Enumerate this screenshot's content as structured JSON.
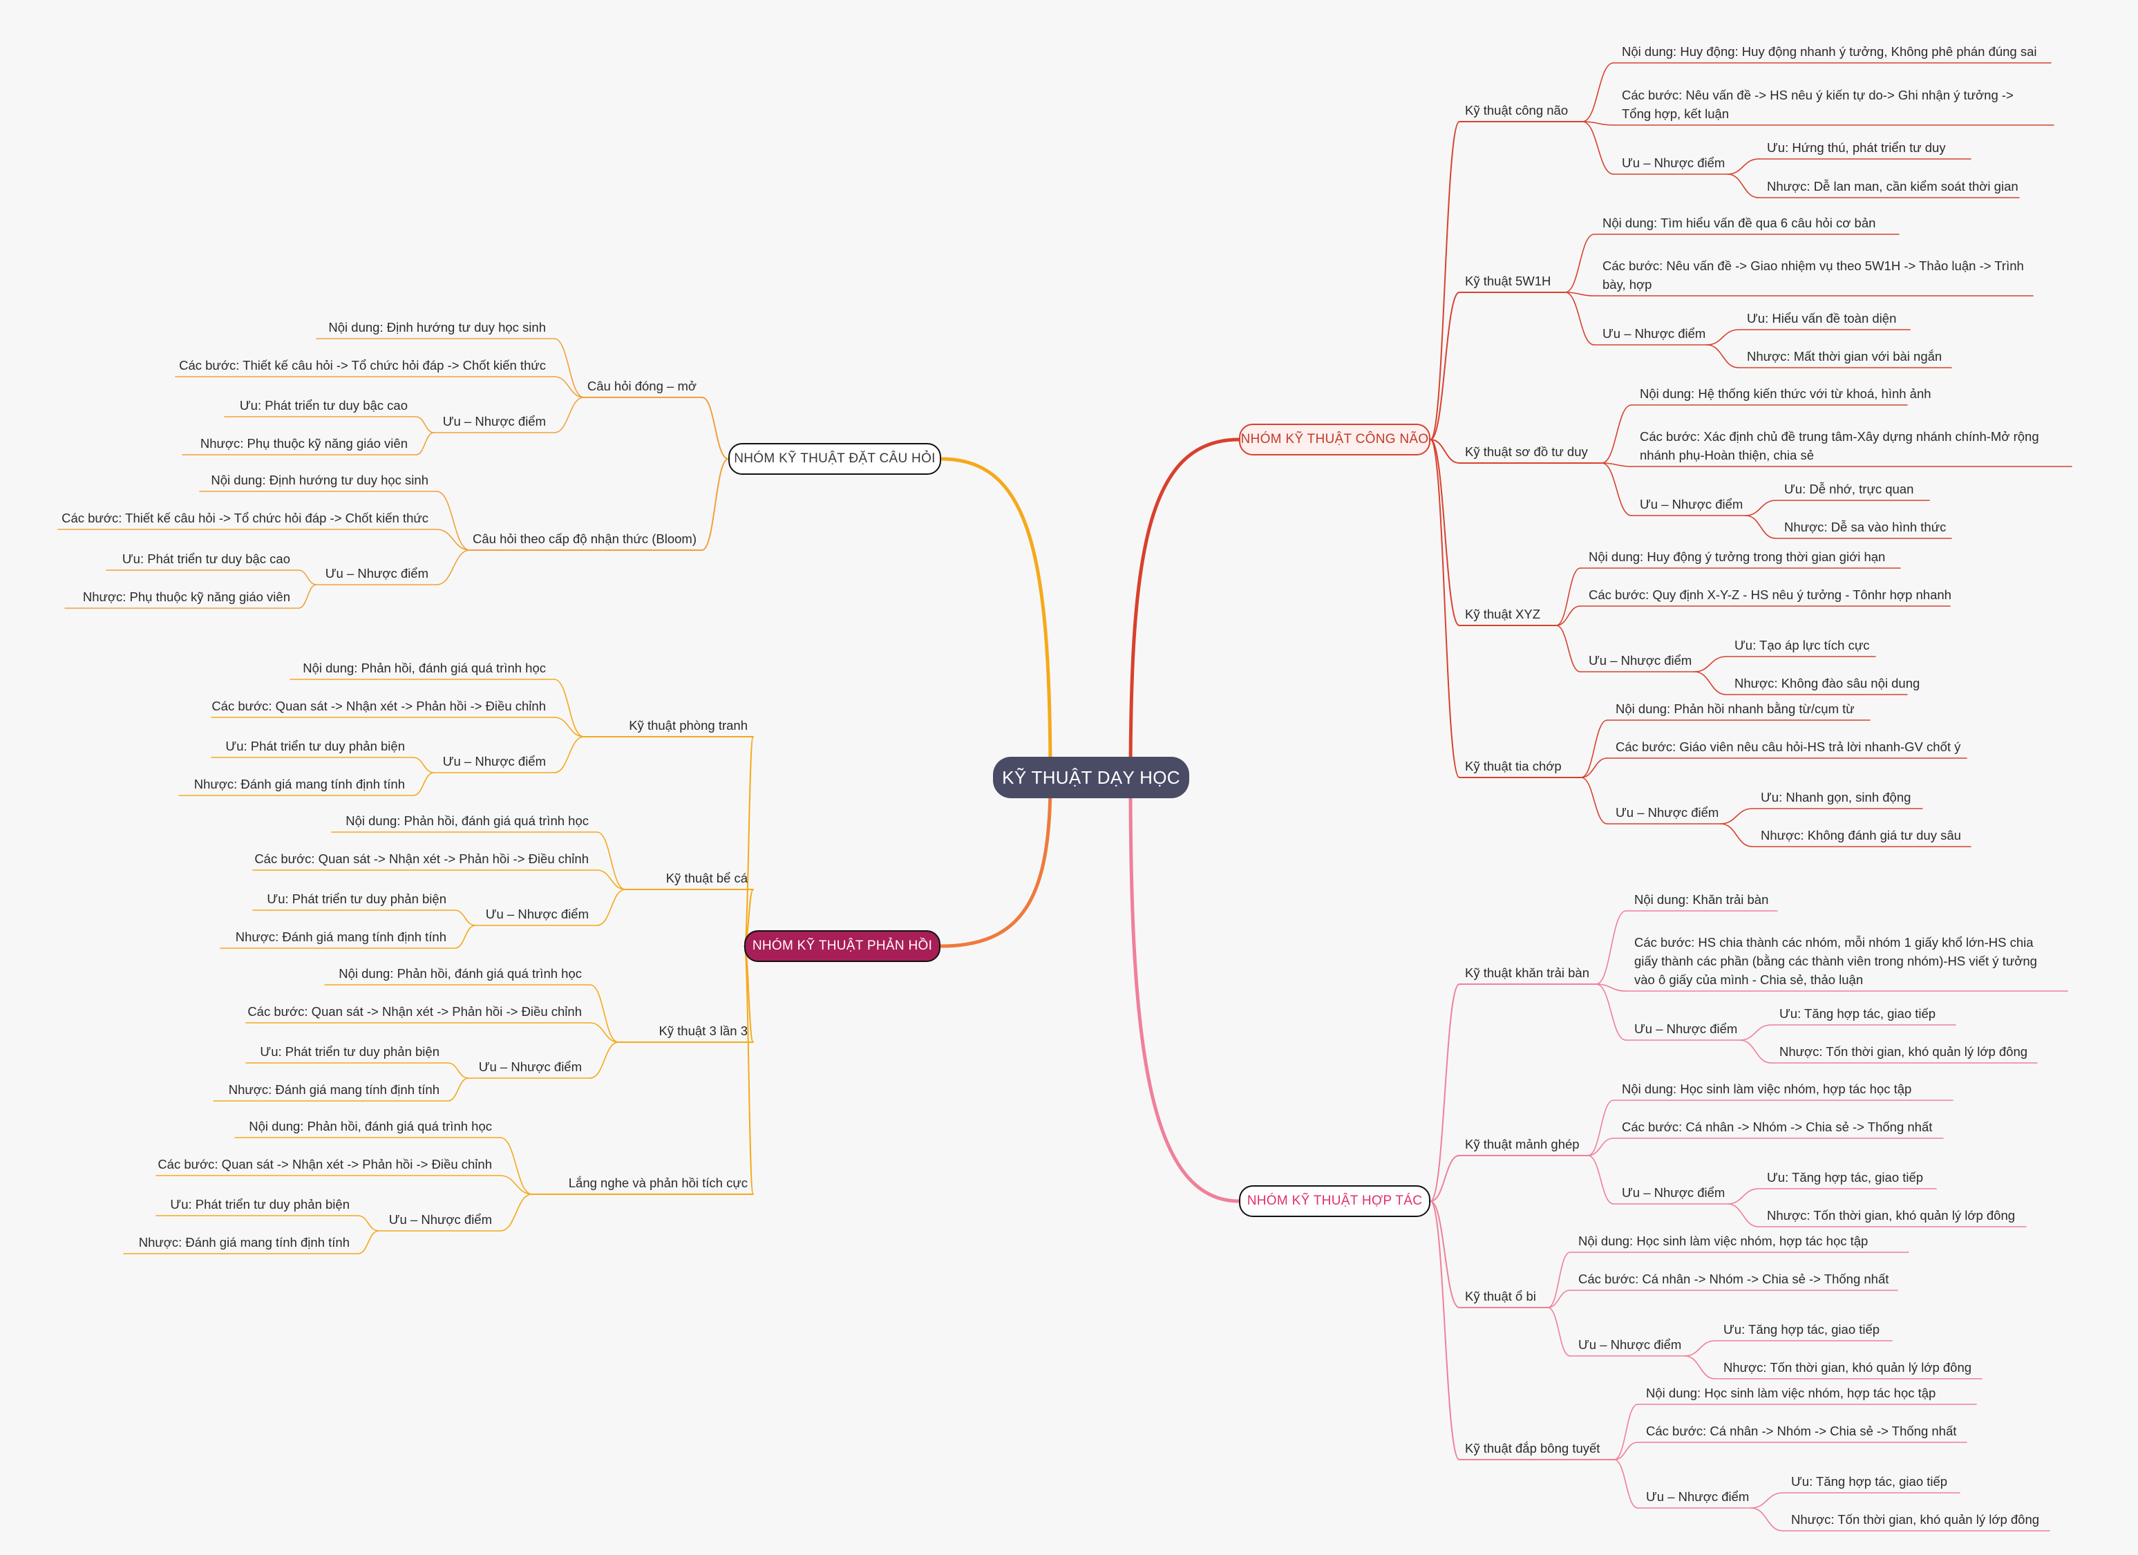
{
  "colors": {
    "background": "#f7f7f7",
    "root": "#4a4c66",
    "branch_brainstorm": "#d8412e",
    "branch_cooperation": "#f07f9a",
    "branch_feedback": "#f5a91a",
    "branch_question": "#f2a03a",
    "feedback_box": "#a81e56"
  },
  "root": {
    "title": "KỸ THUẬT DẠY HỌC"
  },
  "branches": {
    "congnao": {
      "title": "NHÓM KỸ THUẬT CÔNG NÃO",
      "t1": {
        "name": "Kỹ thuật công não",
        "nd": "Nội dung: Huy động: Huy động nhanh ý tưởng, Không phê phán đúng sai",
        "cb": "Các bước: Nêu vấn đề -> HS nêu ý kiến tự do-> Ghi nhận ý tưởng -> Tổng hợp, kết luận",
        "un": "Ưu – Nhược điểm",
        "uu": "Ưu: Hứng thú, phát triển tư duy",
        "nh": "Nhược: Dễ lan man, cần kiểm soát thời gian"
      },
      "t2": {
        "name": "Kỹ thuật 5W1H",
        "nd": "Nội dung: Tìm hiểu vấn đề qua 6 câu hỏi cơ bản",
        "cb": "Các bước: Nêu vấn đề -> Giao nhiệm vụ theo 5W1H -> Thảo luận -> Trình bày, hợp",
        "un": "Ưu – Nhược điểm",
        "uu": "Ưu: Hiểu vấn đề toàn diện",
        "nh": "Nhược: Mất thời gian với bài ngắn"
      },
      "t3": {
        "name": "Kỹ thuật sơ đồ tư duy",
        "nd": "Nội dung: Hệ thống kiến thức với từ khoá, hình ảnh",
        "cb": "Các bước: Xác định chủ đề trung tâm-Xây dựng nhánh chính-Mở rộng nhánh phụ-Hoàn thiện, chia sẻ",
        "un": "Ưu – Nhược điểm",
        "uu": "Ưu: Dễ nhớ, trực quan",
        "nh": "Nhược: Dễ sa vào hình thức"
      },
      "t4": {
        "name": "Kỹ thuật XYZ",
        "nd": "Nội dung: Huy động ý tưởng trong thời gian giới hạn",
        "cb": "Các bước: Quy định X-Y-Z - HS nêu ý tưởng - Tônhr hợp nhanh",
        "un": "Ưu – Nhược điểm",
        "uu": "Ưu: Tạo áp lực tích cực",
        "nh": "Nhược: Không đào sâu nội dung"
      },
      "t5": {
        "name": "Kỹ thuật tia chớp",
        "nd": "Nội dung: Phản hồi nhanh bằng từ/cụm từ",
        "cb": "Các bước: Giáo viên nêu câu hỏi-HS trả lời nhanh-GV chốt ý",
        "un": "Ưu – Nhược điểm",
        "uu": "Ưu: Nhanh gọn, sinh động",
        "nh": "Nhược: Không đánh giá tư duy sâu"
      }
    },
    "hoptac": {
      "title": "NHÓM KỸ THUẬT HỢP TÁC",
      "t1": {
        "name": "Kỹ thuật khăn trải bàn",
        "nd": "Nội dung: Khăn trải bàn",
        "cb": "Các bước: HS chia thành các nhóm, mỗi nhóm 1 giấy khổ lớn-HS chia giấy thành các phần (bằng các thành viên trong nhóm)-HS viết ý tưởng vào ô giấy của mình - Chia sẻ, thảo luận",
        "un": "Ưu – Nhược điểm",
        "uu": "Ưu: Tăng hợp tác, giao tiếp",
        "nh": "Nhược: Tốn thời gian, khó quản lý lớp đông"
      },
      "t2": {
        "name": "Kỹ thuật mảnh ghép",
        "nd": "Nội dung: Học sinh làm việc nhóm, hợp tác học tập",
        "cb": "Các bước: Cá nhân -> Nhóm -> Chia sẻ -> Thống nhất",
        "un": "Ưu – Nhược điểm",
        "uu": "Ưu: Tăng hợp tác, giao tiếp",
        "nh": "Nhược: Tốn thời gian, khó quản lý lớp đông"
      },
      "t3": {
        "name": "Kỹ thuật ổ bi",
        "nd": "Nội dung: Học sinh làm việc nhóm, hợp tác học tập",
        "cb": "Các bước: Cá nhân -> Nhóm -> Chia sẻ -> Thống nhất",
        "un": "Ưu – Nhược điểm",
        "uu": "Ưu: Tăng hợp tác, giao tiếp",
        "nh": "Nhược: Tốn thời gian, khó quản lý lớp đông"
      },
      "t4": {
        "name": "Kỹ thuật đắp bông tuyết",
        "nd": "Nội dung: Học sinh làm việc nhóm, hợp tác học tập",
        "cb": "Các bước: Cá nhân -> Nhóm -> Chia sẻ -> Thống nhất",
        "un": "Ưu – Nhược điểm",
        "uu": "Ưu: Tăng hợp tác, giao tiếp",
        "nh": "Nhược: Tốn thời gian, khó quản lý lớp đông"
      }
    },
    "cauhoi": {
      "title": "NHÓM KỸ THUẬT ĐẶT CÂU HỎI",
      "t1": {
        "name": "Câu hỏi đóng – mở",
        "nd": "Nội dung: Định hướng tư duy học sinh",
        "cb": "Các bước: Thiết kế câu hỏi -> Tổ chức hỏi đáp -> Chốt kiến thức",
        "un": "Ưu – Nhược điểm",
        "uu": "Ưu: Phát triển tư duy bậc cao",
        "nh": "Nhược: Phụ thuộc kỹ năng giáo viên"
      },
      "t2": {
        "name": "Câu hỏi theo cấp độ nhận thức (Bloom)",
        "nd": "Nội dung: Định hướng tư duy học sinh",
        "cb": "Các bước: Thiết kế câu hỏi -> Tổ chức hỏi đáp -> Chốt kiến thức",
        "un": "Ưu – Nhược điểm",
        "uu": "Ưu: Phát triển tư duy bậc cao",
        "nh": "Nhược: Phụ thuộc kỹ năng giáo viên"
      }
    },
    "phanhoi": {
      "title": "NHÓM KỸ THUẬT PHẢN HỒI",
      "t1": {
        "name": "Kỹ thuật phòng tranh",
        "nd": "Nội dung: Phản hồi, đánh giá quá trình học",
        "cb": "Các bước: Quan sát -> Nhận xét -> Phản hồi -> Điều chỉnh",
        "un": "Ưu – Nhược điểm",
        "uu": "Ưu: Phát triển tư duy phản biện",
        "nh": "Nhược: Đánh giá mang tính định tính"
      },
      "t2": {
        "name": "Kỹ thuật bể cá",
        "nd": "Nội dung: Phản hồi, đánh giá quá trình học",
        "cb": "Các bước: Quan sát -> Nhận xét -> Phản hồi -> Điều chỉnh",
        "un": "Ưu – Nhược điểm",
        "uu": "Ưu: Phát triển tư duy phản biện",
        "nh": "Nhược: Đánh giá mang tính định tính"
      },
      "t3": {
        "name": "Kỹ thuật 3 lần 3",
        "nd": "Nội dung: Phản hồi, đánh giá quá trình học",
        "cb": "Các bước: Quan sát -> Nhận xét -> Phản hồi -> Điều chỉnh",
        "un": "Ưu – Nhược điểm",
        "uu": "Ưu: Phát triển tư duy phản biện",
        "nh": "Nhược: Đánh giá mang tính định tính"
      },
      "t4": {
        "name": "Lắng nghe và phản hồi tích cực",
        "nd": "Nội dung: Phản hồi, đánh giá quá trình học",
        "cb": "Các bước: Quan sát -> Nhận xét -> Phản hồi -> Điều chỉnh",
        "un": "Ưu – Nhược điểm",
        "uu": "Ưu: Phát triển tư duy phản biện",
        "nh": "Nhược: Đánh giá mang tính định tính"
      }
    }
  }
}
